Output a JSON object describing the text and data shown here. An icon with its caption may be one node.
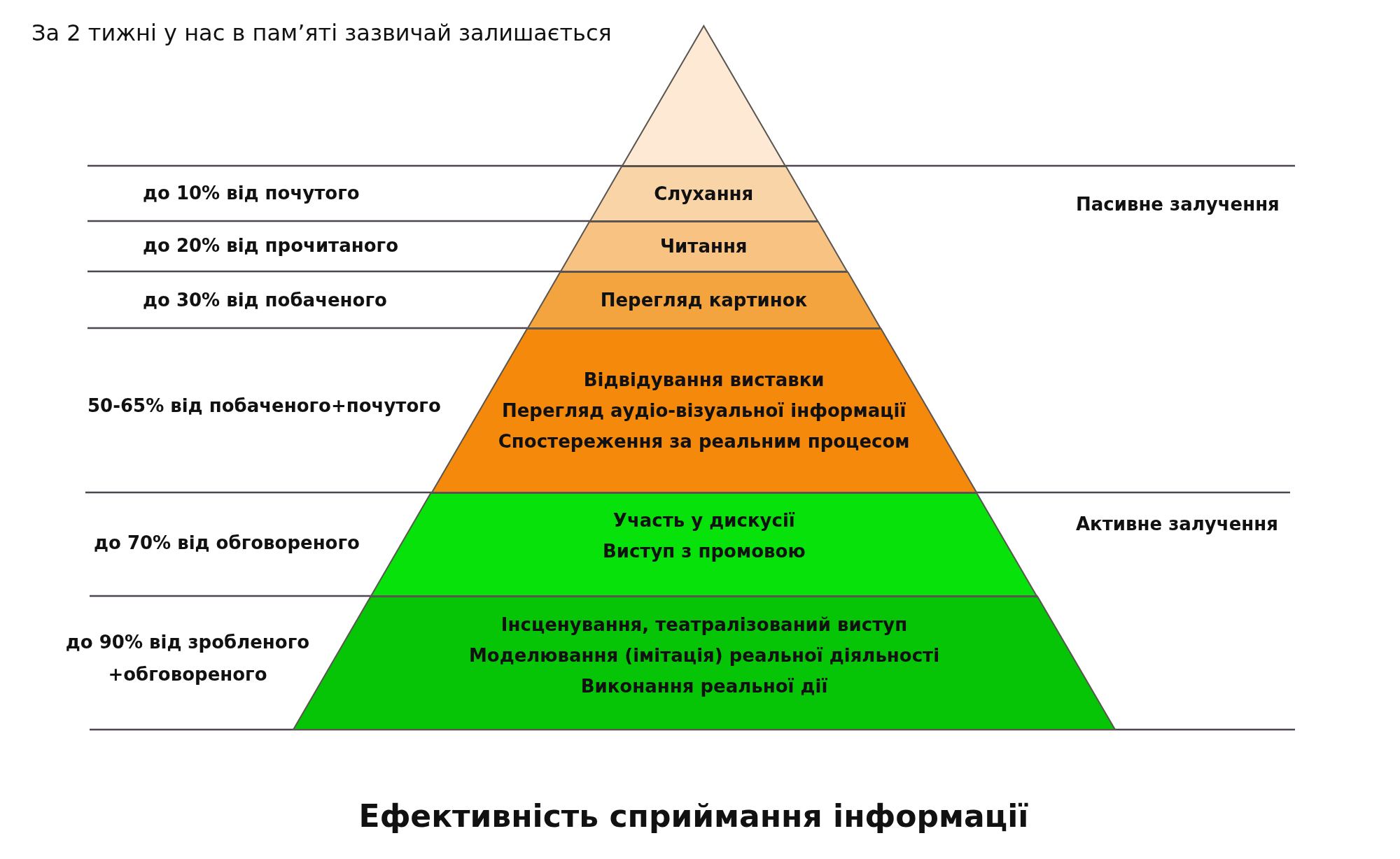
{
  "diagram": {
    "title": "Ефективність сприймання інформації",
    "nodes": [
      {
        "text": [],
        "shape": "triangle"
      },
      {
        "text": [
          "Слухання"
        ]
      },
      {
        "text": [
          "Читання"
        ]
      },
      {
        "text": [
          "Перегляд картинок"
        ]
      },
      {
        "text": [
          "Відвідування виставки",
          "Перегляд аудіо-візуальної інформації",
          "Спостереження за реальним процесом"
        ]
      },
      {
        "text": [
          "Участь у дискусії",
          "Виступ з промовою"
        ]
      },
      {
        "text": [
          "Інсценування, театралізований виступ",
          "Моделювання (імітація) реальної діяльності",
          "Виконання реальної дії"
        ]
      }
    ],
    "labels": [
      "За 2 тижні у нас в пам’яті зазвичай залишається",
      "до 10% від почутого",
      "Пасивне залучення",
      "до 20% від прочитаного",
      "до 30% від побаченого",
      "50-65% від побаченого+почутого",
      "до 70% від обговореного",
      "Активне залучення",
      "до 90% від зробленого +обговореного"
    ]
  }
}
